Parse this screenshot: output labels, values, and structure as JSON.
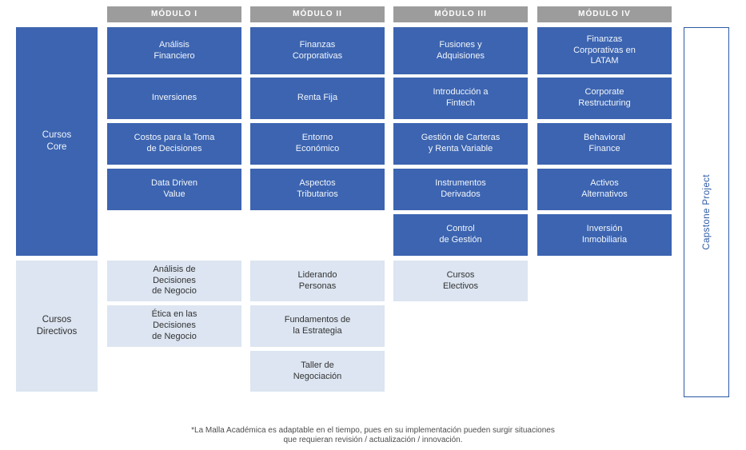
{
  "modules": [
    {
      "header": "MÓDULO I",
      "core": [
        "Análisis\nFinanciero",
        "Inversiones",
        "Costos para la Toma\nde Decisiones",
        "Data Driven\nValue"
      ],
      "directive": [
        "Análisis de\nDecisiones\nde Negocio",
        "Ética en las\nDecisiones\nde Negocio"
      ]
    },
    {
      "header": "MÓDULO II",
      "core": [
        "Finanzas\nCorporativas",
        "Renta Fija",
        "Entorno\nEconómico",
        "Aspectos\nTributarios"
      ],
      "directive": [
        "Liderando\nPersonas",
        "Fundamentos de\nla Estrategia",
        "Taller de\nNegociación"
      ]
    },
    {
      "header": "MÓDULO III",
      "core": [
        "Fusiones y\nAdquisiones",
        "Introducción a\nFintech",
        "Gestión de Carteras\ny Renta Variable",
        "Instrumentos\nDerivados",
        "Control\nde Gestión"
      ],
      "directive": [
        "Cursos\nElectivos"
      ]
    },
    {
      "header": "MÓDULO IV",
      "core": [
        "Finanzas\nCorporativas en\nLATAM",
        "Corporate\nRestructuring",
        "Behavioral\nFinance",
        "Activos\nAlternativos",
        "Inversión\nInmobiliaria"
      ],
      "directive": []
    }
  ],
  "row_labels": {
    "core": "Cursos\nCore",
    "directive": "Cursos\nDirectivos"
  },
  "capstone": {
    "label": "Capstone Project"
  },
  "footnote": {
    "line1": "*La Malla Académica es adaptable en el tiempo, pues en su implementación pueden surgir situaciones",
    "line2": "que requieran revisión / actualización / innovación."
  },
  "colors": {
    "core_box": "#3c64b0",
    "module_header": "#9c9c9c",
    "directive_box": "#dce5f1",
    "capstone_accent": "#2b59a5",
    "footnote_text": "#4d4d4d"
  }
}
